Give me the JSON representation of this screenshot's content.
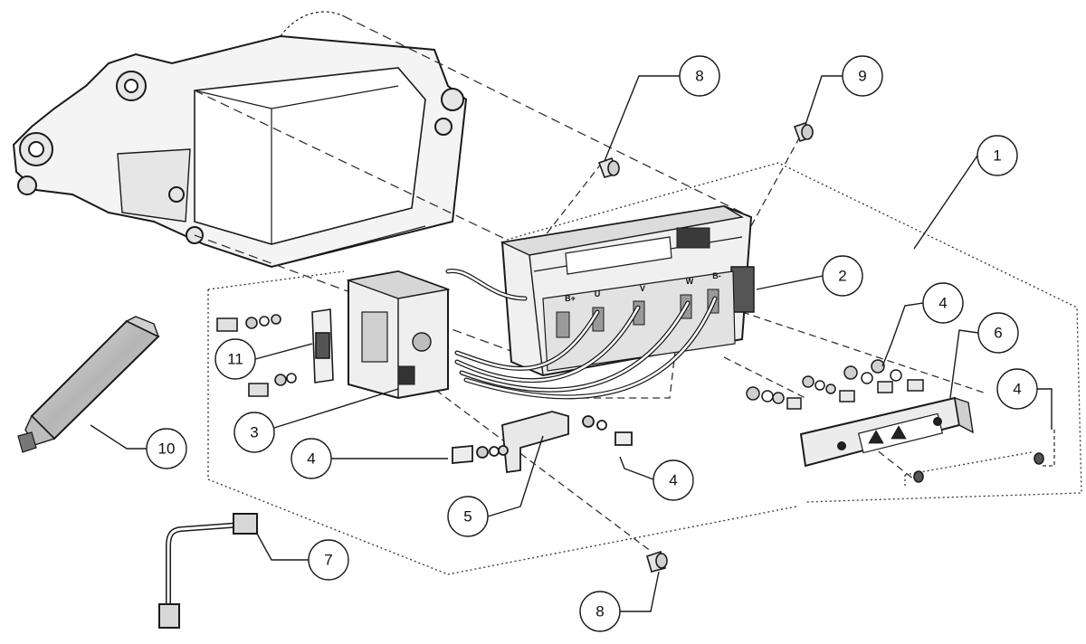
{
  "callouts": {
    "c1": "1",
    "c2": "2",
    "c3": "3",
    "c4a": "4",
    "c4b": "4",
    "c4c": "4",
    "c4d": "4",
    "c5": "5",
    "c6": "6",
    "c7": "7",
    "c8a": "8",
    "c8b": "8",
    "c9": "9",
    "c10": "10",
    "c11": "11"
  },
  "terminals": {
    "bplus": "B+",
    "u": "U",
    "v": "V",
    "w": "W",
    "bminus": "B-"
  },
  "colors": {
    "line": "#1a1a1a",
    "fill_light": "#f2f2f2",
    "fill_mid": "#d9d9d9",
    "fill_dark": "#8c8c8c"
  }
}
